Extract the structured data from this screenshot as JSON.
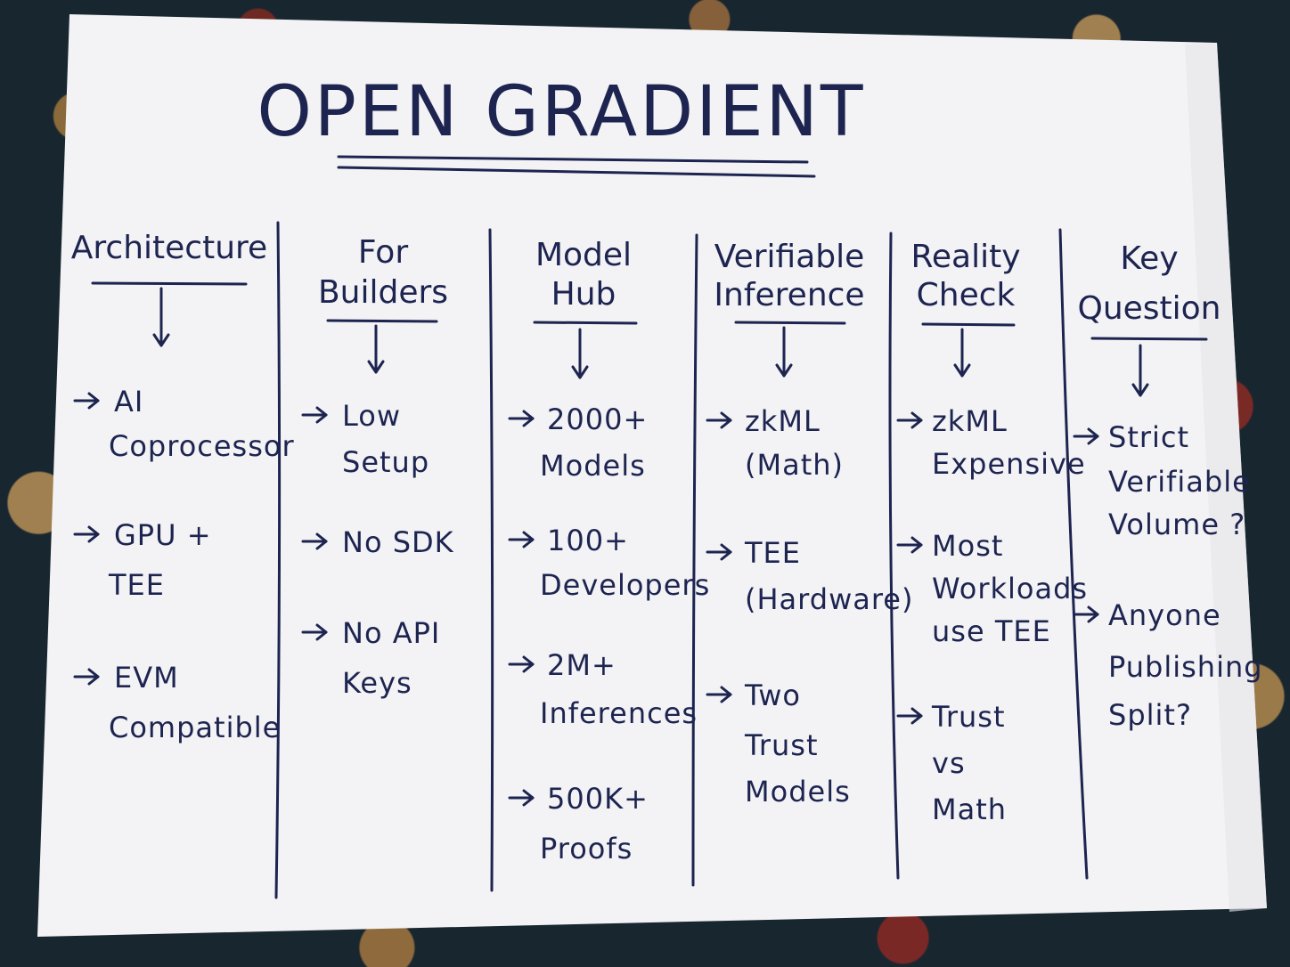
{
  "title": "OPEN GRADIENT",
  "columns": [
    {
      "heading": [
        "Architecture"
      ],
      "items": [
        [
          "AI",
          "Coprocessor"
        ],
        [
          "GPU  +",
          "TEE"
        ],
        [
          "EVM",
          "Compatible"
        ]
      ]
    },
    {
      "heading": [
        "For",
        "Builders"
      ],
      "items": [
        [
          "Low",
          "Setup"
        ],
        [
          "No  SDK"
        ],
        [
          "No  API",
          "Keys"
        ]
      ]
    },
    {
      "heading": [
        "Model",
        "Hub"
      ],
      "items": [
        [
          "2000+",
          "Models"
        ],
        [
          "100+",
          "Developers"
        ],
        [
          "2M+",
          "Inferences"
        ],
        [
          "500K+",
          "Proofs"
        ]
      ]
    },
    {
      "heading": [
        "Verifiable",
        "Inference"
      ],
      "items": [
        [
          "zkML",
          "(Math)"
        ],
        [
          "TEE",
          "(Hardware)"
        ],
        [
          "Two",
          "Trust",
          "Models"
        ]
      ]
    },
    {
      "heading": [
        "Reality",
        "Check"
      ],
      "items": [
        [
          "zkML",
          "Expensive"
        ],
        [
          "Most",
          "Workloads",
          "use  TEE"
        ],
        [
          "Trust",
          "vs",
          "Math"
        ]
      ]
    },
    {
      "heading": [
        "Key",
        "Question"
      ],
      "items": [
        [
          "Strict",
          "Verifiable",
          "Volume ?"
        ],
        [
          "Anyone",
          "Publishing",
          "Split?"
        ]
      ]
    }
  ],
  "colors": {
    "ink": "#1d2450",
    "paper": "#f3f3f5",
    "background": "#182630"
  }
}
